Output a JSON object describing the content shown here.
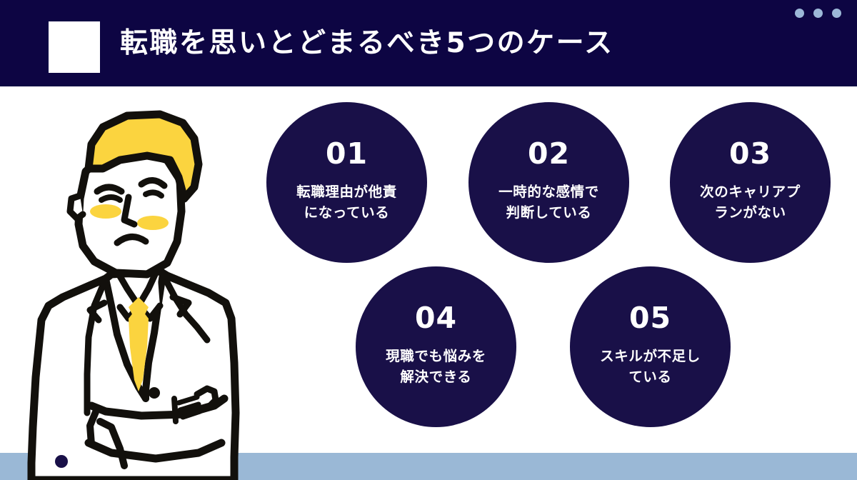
{
  "header": {
    "title": "転職を思いとどまるべき5つのケース",
    "accent_square": "white-square-accent",
    "background_color": "#0d0543",
    "title_color": "#ffffff",
    "dots": [
      {
        "name": "dot-1",
        "color": "#9cb8d8"
      },
      {
        "name": "dot-2",
        "color": "#9cb8d8"
      },
      {
        "name": "dot-3",
        "color": "#9cb8d8"
      }
    ]
  },
  "illustration": {
    "name": "worried-businessman-illustration",
    "description": "手描き風の悩むビジネスマン（腕組み）",
    "hair_color": "#fbd43f",
    "tie_color": "#fbd43f",
    "blush_color": "#fbd43f",
    "line_color": "#12100c",
    "suit_color": "#ffffff"
  },
  "cases": [
    {
      "number": "01",
      "label_line1": "転職理由が他責",
      "label_line2": "になっている",
      "label": "転職理由が他責になっている"
    },
    {
      "number": "02",
      "label_line1": "一時的な感情で",
      "label_line2": "判断している",
      "label": "一時的な感情で判断している"
    },
    {
      "number": "03",
      "label_line1": "次のキャリアプ",
      "label_line2": "ランがない",
      "label": "次のキャリアプランがない"
    },
    {
      "number": "04",
      "label_line1": "現職でも悩みを",
      "label_line2": "解決できる",
      "label": "現職でも悩みを解決できる"
    },
    {
      "number": "05",
      "label_line1": "スキルが不足し",
      "label_line2": "ている",
      "label": "スキルが不足している"
    }
  ],
  "theme": {
    "navy_header": "#0d0543",
    "navy_circle": "#191048",
    "blue_band": "#9ab8d6",
    "accent_yellow": "#fbd43f",
    "background": "#ffffff"
  }
}
